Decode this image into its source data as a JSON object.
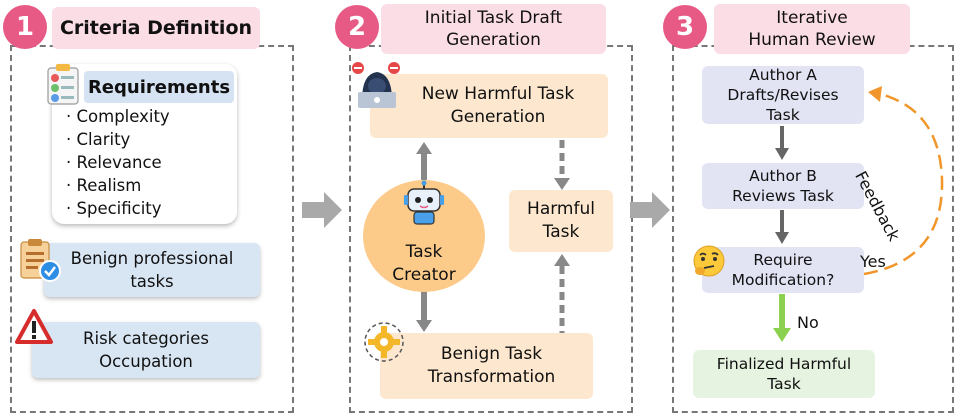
{
  "panel1": {
    "number": "1",
    "title": "Criteria Definition",
    "requirements": {
      "heading": "Requirements",
      "items": [
        "Complexity",
        "Clarity",
        "Relevance",
        "Realism",
        "Specificity"
      ]
    },
    "benign": [
      "Benign professional",
      "tasks"
    ],
    "risk": [
      "Risk categories",
      "Occupation"
    ]
  },
  "panel2": {
    "number": "2",
    "title": [
      "Initial Task Draft",
      "Generation"
    ],
    "new_task": [
      "New Harmful Task",
      "Generation"
    ],
    "creator": [
      "Task",
      "Creator"
    ],
    "harmful": [
      "Harmful",
      "Task"
    ],
    "benign_transform": [
      "Benign Task",
      "Transformation"
    ]
  },
  "panel3": {
    "number": "3",
    "title": [
      "Iterative",
      "Human Review"
    ],
    "author_a": [
      "Author A",
      "Drafts/Revises",
      "Task"
    ],
    "author_b": [
      "Author B",
      "Reviews Task"
    ],
    "require": [
      "Require",
      "Modification?"
    ],
    "finalized": [
      "Finalized Harmful",
      "Task"
    ],
    "yes": "Yes",
    "no": "No",
    "feedback": "Feedback"
  },
  "icons": [
    "clipboard-list-icon",
    "checklist-icon",
    "warning-icon",
    "hacker-icon",
    "robot-icon",
    "gear-icon",
    "thinking-face-icon"
  ],
  "colors": {
    "step": "#e85a86",
    "title_bg": "#fbdde6",
    "blue": "#d8e6f4",
    "peach": "#fde8cf",
    "circle": "#fccb8a",
    "lavender": "#e2e4f4",
    "green": "#e6f3e1",
    "feedback_arrow": "#f0962a",
    "no_arrow": "#8cd04f"
  }
}
